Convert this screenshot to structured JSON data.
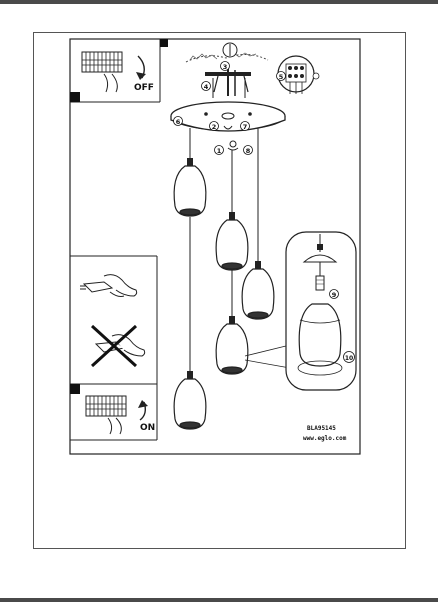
{
  "instruction_sheet": {
    "switch_off_label": "OFF",
    "switch_on_label": "ON",
    "model_code": "BLA95145",
    "website": "www.eglo.com",
    "step_numbers": {
      "s1": "1",
      "s2": "2",
      "s3": "3",
      "s4": "4",
      "s5": "5",
      "s6": "6",
      "s7": "7",
      "s8": "8",
      "s9": "9",
      "s10": "10"
    }
  }
}
